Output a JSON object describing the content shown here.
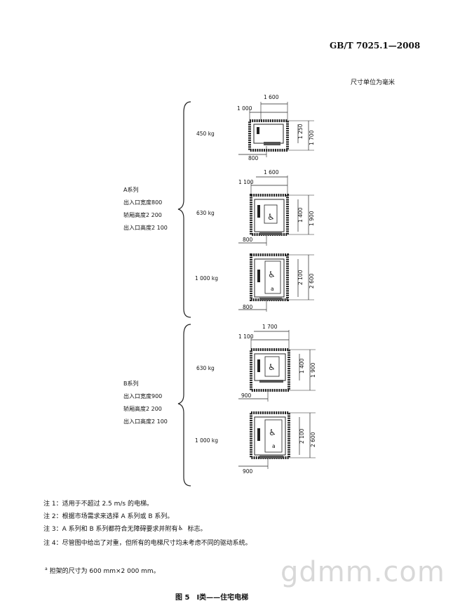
{
  "header": {
    "standard": "GB/T 7025.1—2008"
  },
  "units": "尺寸单位为毫米",
  "seriesA": {
    "title": "A系列",
    "lines": [
      "出入口宽度800",
      "轿厢高度2 200",
      "出入口高度2 100"
    ],
    "models": [
      {
        "load": "450 kg",
        "width": "1 600",
        "shaft_side": "1 000",
        "depth_in": "1 250",
        "depth_out": "1 700",
        "door": "800"
      },
      {
        "load": "630 kg",
        "width": "1 600",
        "shaft_side": "1 100",
        "depth_in": "1 400",
        "depth_out": "1 900",
        "door": "800"
      },
      {
        "load": "1 000 kg",
        "depth_in": "2 100",
        "depth_out": "2 600",
        "door": "800",
        "mark": "a"
      }
    ]
  },
  "seriesB": {
    "title": "B系列",
    "lines": [
      "出入口宽度900",
      "轿厢高度2 200",
      "出入口高度2 100"
    ],
    "models": [
      {
        "load": "630 kg",
        "width": "1 700",
        "shaft_side": "1 100",
        "depth_in": "1 400",
        "depth_out": "1 900",
        "door": "900"
      },
      {
        "load": "1 000 kg",
        "depth_in": "2 100",
        "depth_out": "2 600",
        "door": "900",
        "mark": "a"
      }
    ]
  },
  "notes": [
    "注 1：适用于不超过 2.5 m/s 的电梯。",
    "注 2：根据市场需求来选择 A 系列或 B 系列。",
    "注 3：A 系列和 B 系列都符合无障碍要求并附有",
    "标志。",
    "注 4：尽管图中给出了对重，但所有的电梯尺寸均未考虑不同的驱动系统。"
  ],
  "footnote_mark": "a",
  "footnote": "担架的尺寸为 600 mm×2 000 mm。",
  "caption": "图 5　Ⅰ类——住宅电梯",
  "watermark": "gdmm.com"
}
